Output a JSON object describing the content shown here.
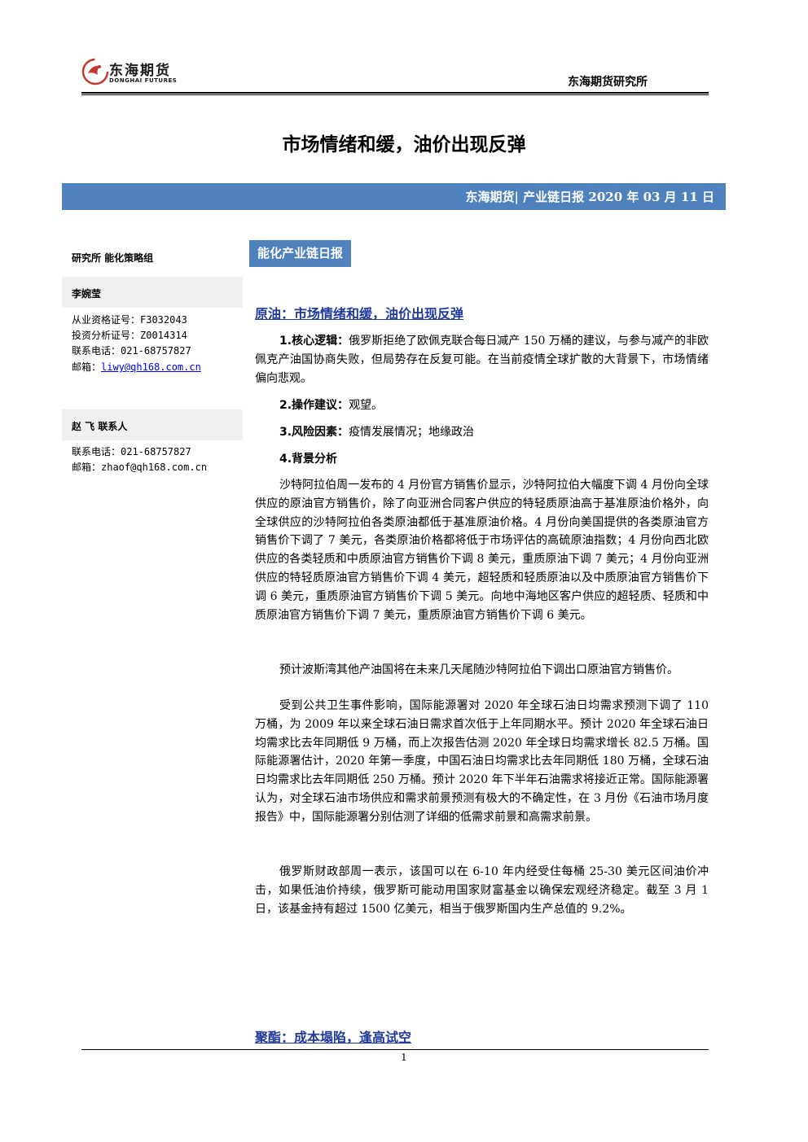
{
  "header": {
    "logo_cn": "东海期货",
    "logo_en": "DONGHAI FUTURES",
    "institute": "东海期货研究所"
  },
  "title": "市场情绪和缓，油价出现反弹",
  "banner": "东海期货| 产业链日报 2020 年 03 月 11 日",
  "sidebar": {
    "dept": "研究所   能化策略组",
    "analyst1": {
      "name": "李婉莹",
      "qual": "从业资格证号：F3032043",
      "invest": "投资分析证号：Z0014314",
      "phone": "联系电话：021-68757827",
      "email_label": "邮箱：",
      "email": "liwy@qh168.com.cn"
    },
    "analyst2": {
      "name": "赵 飞   联系人",
      "phone": "联系电话：021-68757827",
      "email": "邮箱：zhaof@qh168.com.cn"
    }
  },
  "main": {
    "tag": "能化产业链日报",
    "section1_title": "原油：市场情绪和缓，油价出现反弹",
    "item1_label": "1.核心逻辑：",
    "item1_text_first": "俄罗斯拒绝了欧佩克联合每日减产 150 万桶的建议，与",
    "item1_text_rest": "参与减产的非欧佩克产油国协商失败，但局势存在反复可能。在当前疫情全球扩散的大背景下，市场情绪偏向悲观。",
    "item2_label": "2.操作建议：",
    "item2_text": "观望。",
    "item3_label": "3.风险因素：",
    "item3_text": "疫情发展情况；地缘政治",
    "item4_label": "4.背景分析",
    "para1": "沙特阿拉伯周一发布的 4 月份官方销售价显示，沙特阿拉伯大幅度下调 4 月份向全球供应的原油官方销售价，除了向亚洲合同客户供应的特轻质原油高于基准原油价格外，向全球供应的沙特阿拉伯各类原油都低于基准原油价格。4 月份向美国提供的各类原油官方销售价下调了 7 美元，各类原油价格都将低于市场评估的高硫原油指数；4 月份向西北欧供应的各类轻质和中质原油官方销售价下调 8 美元，重质原油下调 7 美元；4 月份向亚洲供应的特轻质原油官方销售价下调 4 美元，超轻质和轻质原油以及中质原油官方销售价下调 6 美元，重质原油官方销售价下调 5 美元。向地中海地区客户供应的超轻质、轻质和中质原油官方销售价下调 7 美元，重质原油官方销售价下调 6 美元。",
    "para2": "预计波斯湾其他产油国将在未来几天尾随沙特阿拉伯下调出口原油官方销售价。",
    "para3": "受到公共卫生事件影响，国际能源署对 2020 年全球石油日均需求预测下调了 110 万桶，为 2009 年以来全球石油日需求首次低于上年同期水平。预计 2020 年全球石油日均需求比去年同期低 9 万桶，而上次报告估测 2020 年全球日均需求增长 82.5 万桶。国际能源署估计，2020 年第一季度，中国石油日均需求比去年同期低 180 万桶，全球石油日均需求比去年同期低 250 万桶。预计 2020 年下半年石油需求将接近正常。国际能源署认为，对全球石油市场供应和需求前景预测有极大的不确定性，在 3 月份《石油市场月度报告》中，国际能源署分别估测了详细的低需求前景和高需求前景。",
    "para4": "俄罗斯财政部周一表示，该国可以在 6-10 年内经受住每桶 25-30 美元区间油价冲击，如果低油价持续，俄罗斯可能动用国家财富基金以确保宏观经济稳定。截至 3 月 1 日，该基金持有超过 1500 亿美元，相当于俄罗斯国内生产总值的 9.2%。",
    "section2_title": "聚酯：成本塌陷，逢高试空"
  },
  "footer": {
    "page": "1"
  }
}
